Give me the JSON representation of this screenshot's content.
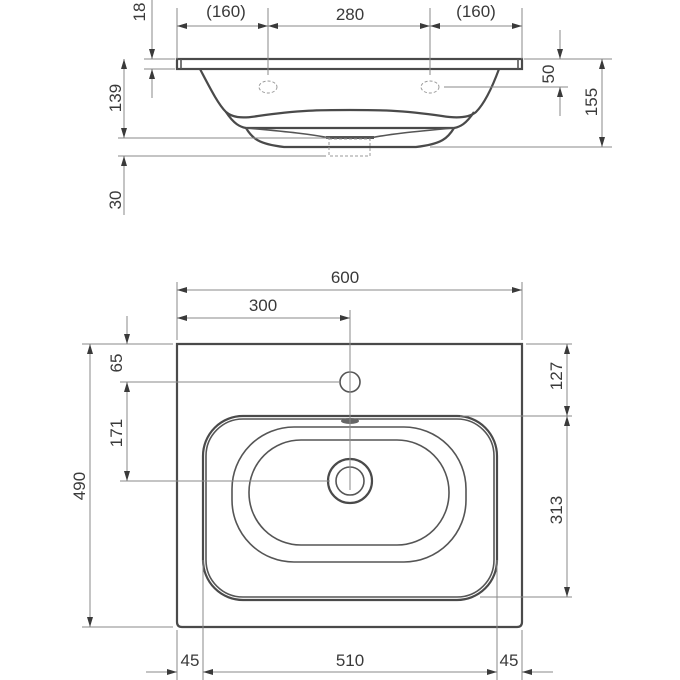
{
  "drawing": {
    "title": "Washbasin technical drawing",
    "colors": {
      "outline": "#4a4a4a",
      "dimension_line": "#8a8a8a",
      "text": "#3a3a3a"
    },
    "side_view": {
      "dims": {
        "rim_thickness": "18",
        "left_overhang": "(160)",
        "tap_hole_spacing": "280",
        "right_overhang": "(160)",
        "tap_hole_depth": "50",
        "total_height": "155",
        "basin_depth": "139",
        "waste_height": "30"
      }
    },
    "top_view": {
      "dims": {
        "width": "600",
        "half_width": "300",
        "tap_hole_from_back": "65",
        "waste_from_tap_hole": "171",
        "depth": "490",
        "bowl_from_back": "127",
        "bowl_depth": "313",
        "left_margin": "45",
        "bowl_width": "510",
        "right_margin": "45"
      }
    }
  }
}
